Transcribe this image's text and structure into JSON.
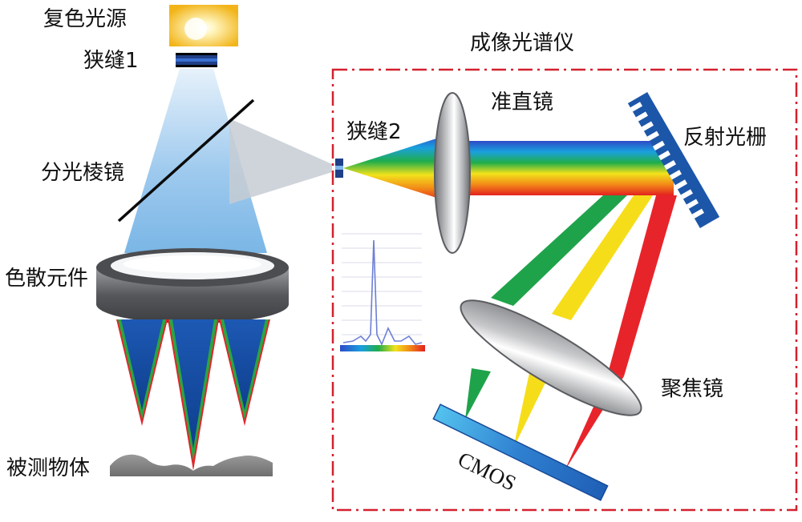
{
  "labels": {
    "light_source": "复色光源",
    "slit1": "狭缝1",
    "beam_splitter": "分光棱镜",
    "dispersive_element": "色散元件",
    "object": "被测物体",
    "spectrometer": "成像光谱仪",
    "slit2": "狭缝2",
    "collimator": "准直镜",
    "grating": "反射光栅",
    "focusing_lens": "聚焦镜",
    "cmos": "CMOS"
  },
  "colors": {
    "frame": "#d3202e",
    "beam_blue": "#8ec5ec",
    "sensor_blue": "#2a76c8",
    "lens_gray": "#8a8c90",
    "band_red": "#e8242b",
    "band_yellow": "#f6dd1a",
    "band_green": "#1fa34a",
    "spectrum_trace": "#6d7fd6"
  }
}
